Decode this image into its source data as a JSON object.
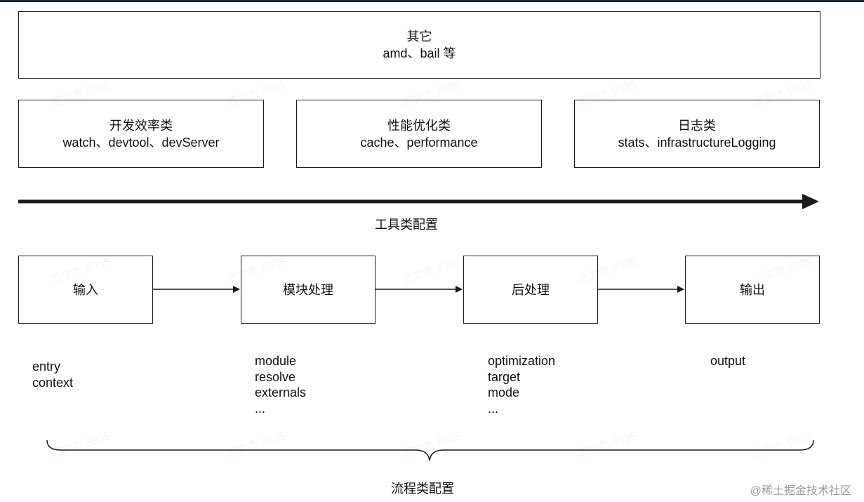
{
  "tool_config": {
    "other": {
      "title": "其它",
      "subtitle": "amd、bail 等"
    },
    "dev_efficiency": {
      "title": "开发效率类",
      "subtitle": "watch、devtool、devServer"
    },
    "perf": {
      "title": "性能优化类",
      "subtitle": "cache、performance"
    },
    "logging": {
      "title": "日志类",
      "subtitle": "stats、infrastructureLogging"
    },
    "label": "工具类配置"
  },
  "flow": {
    "steps": [
      {
        "title": "输入",
        "options": [
          "entry",
          "context"
        ]
      },
      {
        "title": "模块处理",
        "options": [
          "module",
          "resolve",
          "externals",
          "..."
        ]
      },
      {
        "title": "后处理",
        "options": [
          "optimization",
          "target",
          "mode",
          "..."
        ]
      },
      {
        "title": "输出",
        "options": [
          "output"
        ]
      }
    ],
    "label": "流程类配置"
  },
  "watermark": "@稀土掘金技术社区",
  "colors": {
    "stroke": "#1a1a1a",
    "background": "#ffffff",
    "watermark": "#9a9a9a"
  }
}
